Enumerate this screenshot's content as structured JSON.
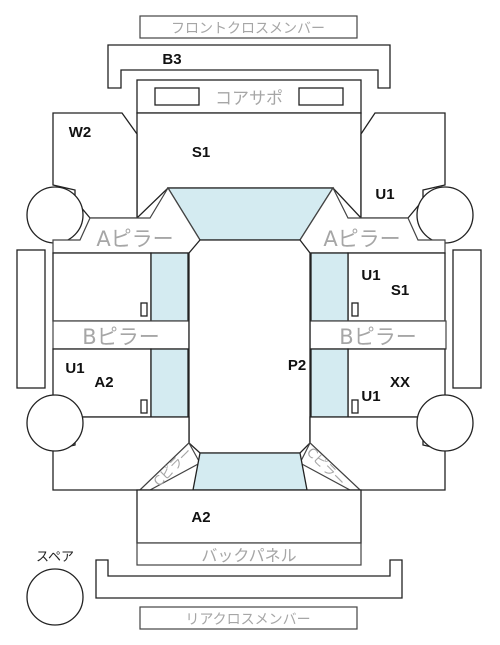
{
  "labels": {
    "front_cross_member": "フロントクロスメンバー",
    "core_support": "コアサポ",
    "a_pillar_left": "Aピラー",
    "a_pillar_right": "Aピラー",
    "b_pillar_left": "Bピラー",
    "b_pillar_right": "Bピラー",
    "c_pillar_left": "Cピラー",
    "c_pillar_right": "Cピラー",
    "back_panel": "バックパネル",
    "rear_cross_member": "リアクロスメンバー",
    "spare": "スペア"
  },
  "codes": {
    "front_cross_member_b3": "B3",
    "front_left_fender": "W2",
    "hood": "S1",
    "front_right_fender": "U1",
    "front_right_door_1": "U1",
    "front_right_door_2": "S1",
    "rear_left_door_1": "U1",
    "rear_left_door_2": "A2",
    "roof": "P2",
    "rear_right_door_1": "XX",
    "rear_right_door_2": "U1",
    "trunk": "A2"
  },
  "colors": {
    "glass": "#d4ebf1",
    "outline": "#222222",
    "label_gray": "#a6a6a6"
  }
}
